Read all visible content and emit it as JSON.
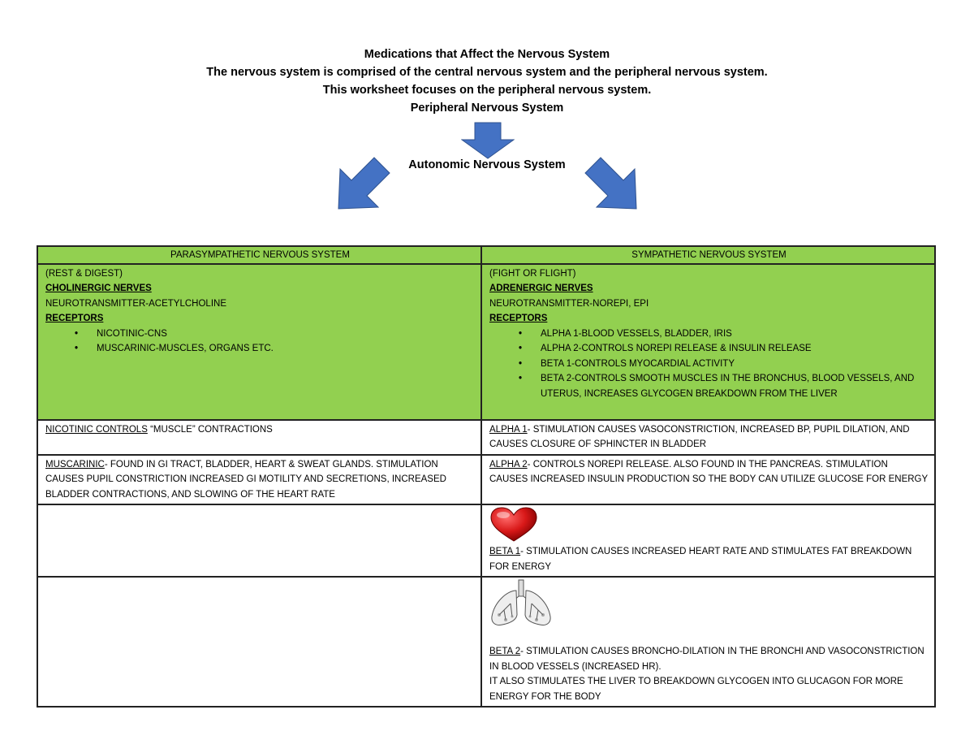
{
  "header": {
    "title": "Medications that Affect the Nervous System",
    "line1": "The nervous system is comprised of the central nervous system and the peripheral nervous system.",
    "line2": "This worksheet focuses on the peripheral nervous system.",
    "line3": "Peripheral Nervous System"
  },
  "diagram": {
    "autonomic_label": "Autonomic Nervous System",
    "arrow_color": "#4472c4"
  },
  "table": {
    "header_fill": "#92d050",
    "para": {
      "heading": "PARASYMPATHETIC NERVOUS SYSTEM",
      "tagline": "(REST & DIGEST)",
      "nerves": "CHOLINERGIC NERVES",
      "neurotransmitter": "NEUROTRANSMITTER-ACETYLCHOLINE",
      "receptors_label": "RECEPTORS",
      "receptors": [
        "NICOTINIC-CNS",
        "MUSCARINIC-MUSCLES, ORGANS ETC."
      ],
      "nicotinic_term": "NICOTINIC CONTROLS",
      "nicotinic_text": " “MUSCLE” CONTRACTIONS",
      "muscarinic_term": "MUSCARINIC",
      "muscarinic_text": "- FOUND IN GI TRACT, BLADDER, HEART & SWEAT GLANDS. STIMULATION CAUSES PUPIL CONSTRICTION INCREASED GI MOTILITY AND SECRETIONS, INCREASED BLADDER CONTRACTIONS, AND SLOWING OF THE HEART RATE"
    },
    "symp": {
      "heading": "SYMPATHETIC NERVOUS SYSTEM",
      "tagline": "(FIGHT OR FLIGHT)",
      "nerves": "ADRENERGIC NERVES",
      "neurotransmitter": "NEUROTRANSMITTER-NOREPI, EPI",
      "receptors_label": "RECEPTORS",
      "receptors": [
        "ALPHA 1-BLOOD VESSELS, BLADDER, IRIS",
        "ALPHA 2-CONTROLS NOREPI RELEASE & INSULIN RELEASE",
        "BETA 1-CONTROLS MYOCARDIAL ACTIVITY",
        "BETA 2-CONTROLS SMOOTH MUSCLES IN THE BRONCHUS, BLOOD VESSELS, AND UTERUS, INCREASES GLYCOGEN BREAKDOWN FROM THE LIVER"
      ],
      "alpha1_term": "ALPHA 1",
      "alpha1_text": "- STIMULATION CAUSES VASOCONSTRICTION, INCREASED BP, PUPIL DILATION, AND CAUSES CLOSURE OF SPHINCTER IN BLADDER",
      "alpha2_term": "ALPHA 2",
      "alpha2_text": "- CONTROLS NOREPI RELEASE. ALSO FOUND IN THE PANCREAS. STIMULATION CAUSES INCREASED INSULIN PRODUCTION SO THE BODY CAN UTILIZE GLUCOSE FOR ENERGY",
      "beta1_term": "BETA 1",
      "beta1_text": "- STIMULATION CAUSES INCREASED HEART RATE AND STIMULATES FAT BREAKDOWN FOR ENERGY",
      "beta2_term": "BETA 2",
      "beta2_text": "- STIMULATION CAUSES BRONCHO-DILATION IN THE BRONCHI AND VASOCONSTRICTION IN BLOOD VESSELS (INCREASED HR).",
      "beta2_text2": "IT ALSO STIMULATES THE LIVER TO BREAKDOWN GLYCOGEN INTO GLUCAGON FOR MORE ENERGY FOR THE BODY"
    }
  },
  "icons": {
    "heart": "heart-icon",
    "lungs": "lungs-icon",
    "arrows": "arrow-icon"
  }
}
